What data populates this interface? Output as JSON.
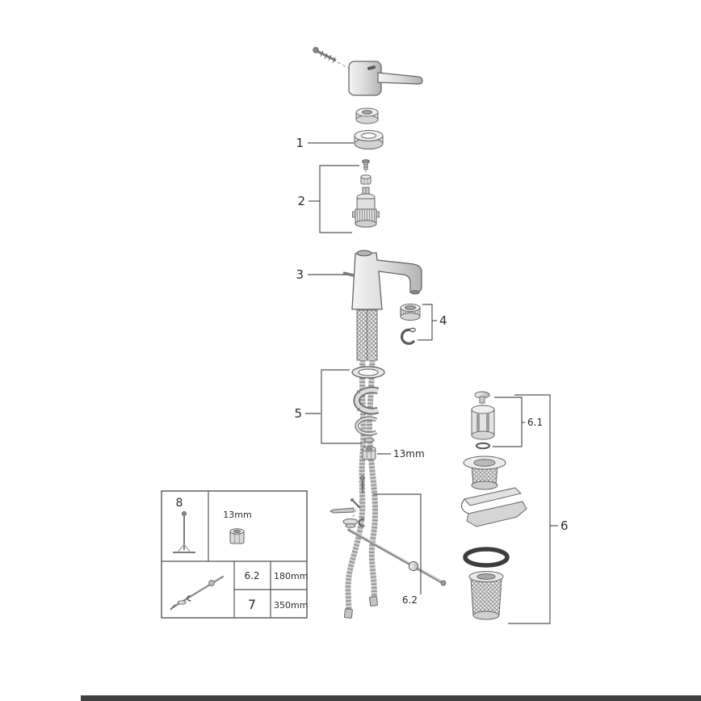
{
  "callouts": {
    "part1": "1",
    "part2": "2",
    "part3": "3",
    "part4": "4",
    "part5": "5",
    "part6": "6",
    "part6_1": "6.1",
    "part6_2": "6.2",
    "nut_size": "13mm"
  },
  "table": {
    "part8_label": "8",
    "nut_size_label": "13mm",
    "rows": [
      {
        "part": "6.2",
        "length": "180mm"
      },
      {
        "part": "7",
        "length": "350mm"
      }
    ]
  },
  "colors": {
    "line": "#555555",
    "label": "#2b2b2b",
    "footer_bar": "#3f3f3f"
  }
}
